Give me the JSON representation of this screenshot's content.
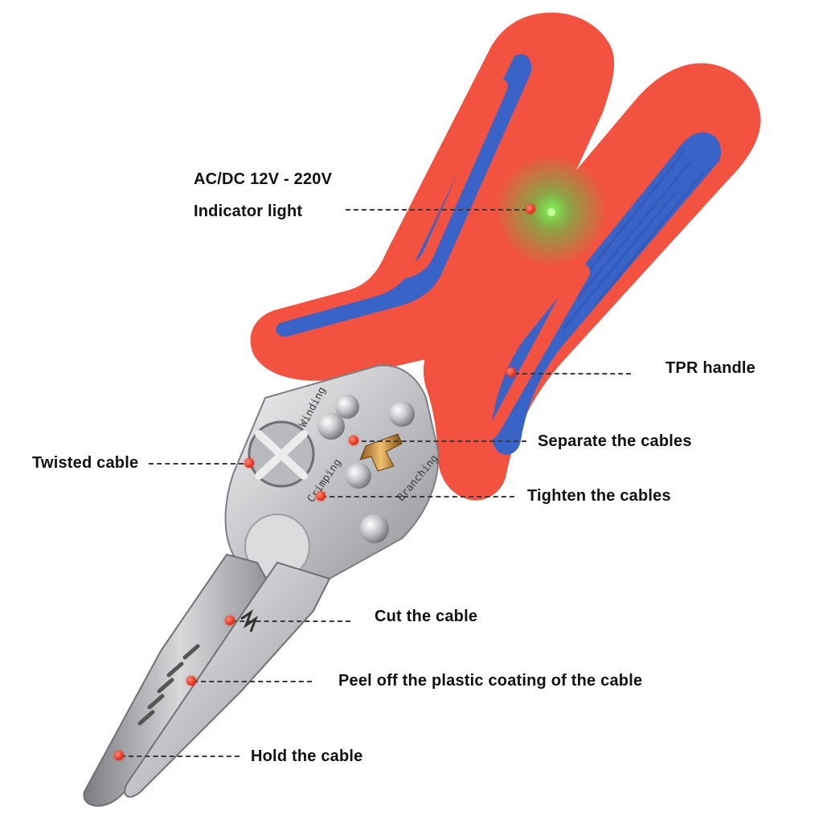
{
  "labels": {
    "voltage": "AC/DC 12V - 220V",
    "indicator": "Indicator light",
    "tpr_handle": "TPR handle",
    "separate": "Separate the cables",
    "twisted": "Twisted cable",
    "tighten": "Tighten the cables",
    "cut": "Cut the cable",
    "peel": "Peel off the plastic coating of the cable",
    "hold": "Hold the cable"
  },
  "jaw_engravings": {
    "winding": "Winding",
    "crimping": "Crimping",
    "branching": "Branching"
  },
  "colors": {
    "handle_red": "#f2523f",
    "handle_blue": "#3a63c8",
    "steel": "#c9cacd",
    "indicator_glow": "#33ee44",
    "callout_dot": "#e8321f"
  }
}
